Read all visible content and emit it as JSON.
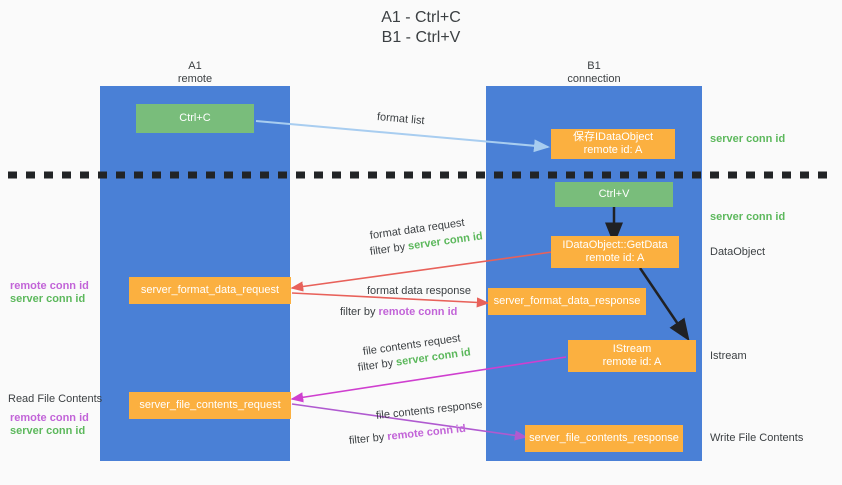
{
  "title": {
    "line1": "A1 - Ctrl+C",
    "line2": "B1 - Ctrl+V"
  },
  "colors": {
    "lane": "#4a80d6",
    "green_box": "#79bd7b",
    "orange_box": "#fbb040",
    "server_conn": "#5cb85c",
    "remote_conn": "#c264d8",
    "blue_arrow": "#a8cdf0",
    "red_arrow": "#e8615a",
    "magenta_arrow": "#cf3fcf",
    "purple_arrow": "#b05ad0",
    "black_arrow": "#202124",
    "background": "#fafafa",
    "text": "#3c4043"
  },
  "lanes": [
    {
      "id": "a1",
      "title": "A1",
      "subtitle": "remote"
    },
    {
      "id": "b1",
      "title": "B1",
      "subtitle": "connection"
    }
  ],
  "boxes": {
    "ctrl_c": {
      "line1": "Ctrl+C",
      "line2": ""
    },
    "save_dataobject": {
      "line1": "保存IDataObject",
      "line2": "remote id: A"
    },
    "ctrl_v": {
      "line1": "Ctrl+V",
      "line2": ""
    },
    "getdata": {
      "line1": "IDataObject::GetData",
      "line2": "remote id: A"
    },
    "istream": {
      "line1": "IStream",
      "line2": "remote id: A"
    },
    "server_format_data_request": {
      "line1": "server_format_data_request",
      "line2": ""
    },
    "server_format_data_response": {
      "line1": "server_format_data_response",
      "line2": ""
    },
    "server_file_contents_request": {
      "line1": "server_file_contents_request",
      "line2": ""
    },
    "server_file_contents_response": {
      "line1": "server_file_contents_response",
      "line2": ""
    }
  },
  "right_labels": {
    "server_conn_1": "server conn id",
    "server_conn_2": "server conn id",
    "dataobject": "DataObject",
    "istream": "Istream",
    "write_file_contents": "Write File Contents"
  },
  "left_labels": {
    "remote_conn_1": "remote conn id",
    "server_conn_1": "server conn id",
    "read_file_contents": "Read File Contents",
    "remote_conn_2": "remote conn id",
    "server_conn_2": "server conn id"
  },
  "edge_labels": {
    "format_list": "format list",
    "format_data_request": "format data request",
    "format_data_request_filter_prefix": "filter by ",
    "format_data_request_filter_value": "server conn id",
    "format_data_response": "format data response",
    "format_data_response_filter_prefix": "filter by ",
    "format_data_response_filter_value": "remote conn id",
    "file_contents_request": "file contents request",
    "file_contents_request_filter_prefix": "filter by ",
    "file_contents_request_filter_value": "server conn id",
    "file_contents_response": "file contents response",
    "file_contents_response_filter_prefix": "filter by ",
    "file_contents_response_filter_value": "remote conn id"
  }
}
